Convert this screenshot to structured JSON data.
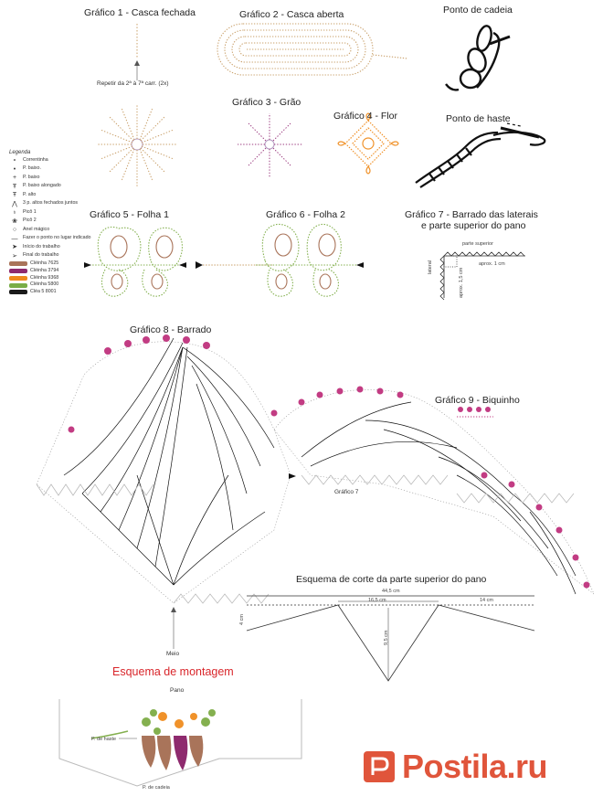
{
  "titles": {
    "g1": "Gráfico 1 - Casca fechada",
    "g2": "Gráfico 2 - Casca aberta",
    "g3": "Gráfico 3 - Grão",
    "g4": "Gráfico 4 - Flor",
    "g5": "Gráfico 5 - Folha 1",
    "g6": "Gráfico 6 - Folha 2",
    "g7a": "Gráfico 7 - Barrado das laterais",
    "g7b": "e parte superior do pano",
    "g8": "Gráfico 8 - Barrado",
    "g9": "Gráfico 9 - Biquinho",
    "ponto_cadeia": "Ponto de cadeia",
    "ponto_haste": "Ponto de haste",
    "esquema_corte": "Esquema de corte da parte superior do pano",
    "esquema_montagem": "Esquema de montagem"
  },
  "labels": {
    "repeat": "Repetir da 2ª à 7ª carr. (2x)",
    "parte_superior": "parte superior",
    "lateral": "lateral",
    "aprox_15": "aprox. 1,5 cm",
    "aprox_1": "aprox. 1 cm",
    "grafico7": "Gráfico 7",
    "meio": "Meio",
    "pano": "Pano",
    "p_haste": "P. de haste",
    "p_cadeia": "P. de cadeia",
    "dim_total": "44,5 cm",
    "dim_a": "16,5 cm",
    "dim_b": "14 cm",
    "dim_h": "4 cm",
    "dim_v": "9,5 cm"
  },
  "legend": {
    "title": "Legenda",
    "items": [
      {
        "sym": "∘",
        "text": "Correntinha"
      },
      {
        "sym": "•",
        "text": "P. baixo."
      },
      {
        "sym": "+",
        "text": "P. baixo"
      },
      {
        "sym": "Ŧ",
        "text": "P. baixo alongado"
      },
      {
        "sym": "Ŧ",
        "text": "P. alto"
      },
      {
        "sym": "⋀",
        "text": "3 p. altos fechados juntos"
      },
      {
        "sym": "♁",
        "text": "Picô 1"
      },
      {
        "sym": "❀",
        "text": "Picô 2"
      },
      {
        "sym": "○",
        "text": "Anel mágico"
      },
      {
        "sym": "—",
        "text": "Fazer o ponto no lugar indicado"
      },
      {
        "sym": "➤",
        "text": "Início do trabalho"
      },
      {
        "sym": "➢",
        "text": "Final do trabalho"
      }
    ],
    "colors": [
      {
        "color": "#a9745a",
        "text": "Cléinha 7625"
      },
      {
        "color": "#8e2a6e",
        "text": "Cléinha 3794"
      },
      {
        "color": "#ef8a1c",
        "text": "Cléinha 9368"
      },
      {
        "color": "#79ad47",
        "text": "Cléinha 5800"
      },
      {
        "color": "#1a1a1a",
        "text": "Cléa 5 8001"
      }
    ]
  },
  "brand": "Postila.ru",
  "colors": {
    "tan": "#c9a06a",
    "purple": "#9b3a7f",
    "orange": "#f0922a",
    "green": "#84b04f",
    "pink": "#c23c83",
    "red": "#d9262b",
    "brand": "#e0553b"
  }
}
